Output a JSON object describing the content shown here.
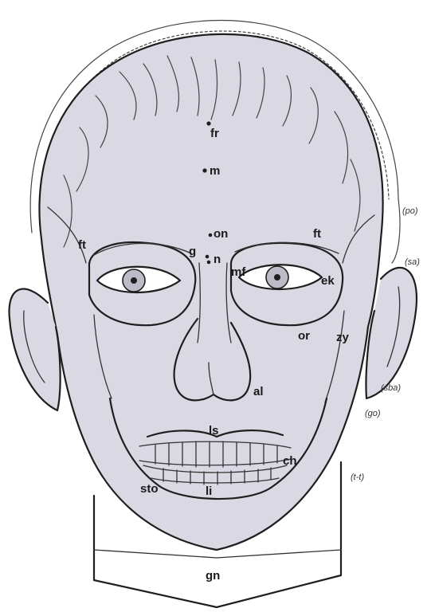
{
  "colors": {
    "face_fill": "#d9d8e3",
    "neck_fill": "#ffffff",
    "line": "#1e1e1e"
  },
  "labels": {
    "fr": "fr",
    "m": "m",
    "on": "on",
    "g": "g",
    "n": "n",
    "mf": "mf",
    "ft_left": "ft",
    "ft_right": "ft",
    "ek": "ek",
    "or": "or",
    "zy": "zy",
    "al": "al",
    "ls": "ls",
    "ch": "ch",
    "sto": "sto",
    "li": "li",
    "gn": "gn"
  },
  "side_labels": {
    "top_right": "(po)",
    "upper_right": "(sa)",
    "mid_right": "(sba)",
    "right_4": "(go)",
    "right_5": "(t-t)"
  }
}
